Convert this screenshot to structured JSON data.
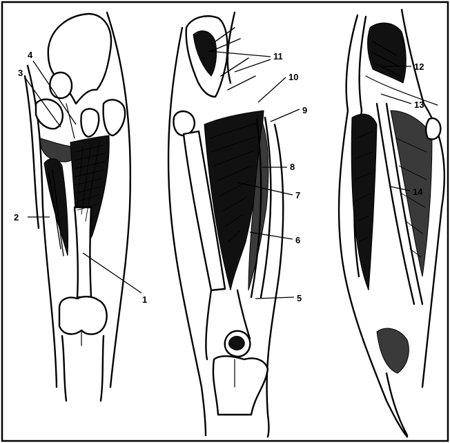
{
  "labels": {
    "l1": "1",
    "l2": "2",
    "l3": "3",
    "l4": "4",
    "l5": "5",
    "l6": "6",
    "l7": "7",
    "l8": "8",
    "l9": "9",
    "l10": "10",
    "l11": "11",
    "l12": "12",
    "l13": "13",
    "l14": "14"
  },
  "colors": {
    "ink": "#000000",
    "paper": "#ffffff",
    "shadow": "#111111"
  }
}
